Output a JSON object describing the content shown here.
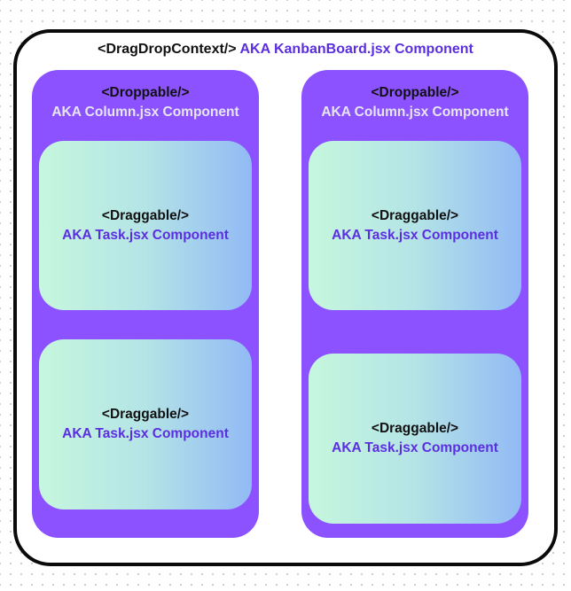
{
  "board": {
    "tag": "<DragDropContext/>",
    "aka": "AKA KanbanBoard.jsx Component"
  },
  "columns": [
    {
      "tag": "<Droppable/>",
      "aka": "AKA Column.jsx Component",
      "tasks": [
        {
          "tag": "<Draggable/>",
          "aka": "AKA Task.jsx Component"
        },
        {
          "tag": "<Draggable/>",
          "aka": "AKA Task.jsx Component"
        }
      ]
    },
    {
      "tag": "<Droppable/>",
      "aka": "AKA Column.jsx Component",
      "tasks": [
        {
          "tag": "<Draggable/>",
          "aka": "AKA Task.jsx Component"
        },
        {
          "tag": "<Draggable/>",
          "aka": "AKA Task.jsx Component"
        }
      ]
    }
  ],
  "colors": {
    "column": "#8c52ff",
    "accent_text": "#5b2ee0",
    "border": "#0a0a0a",
    "card_gradient_start": "#c6f7dd",
    "card_gradient_end": "#92baf5"
  }
}
